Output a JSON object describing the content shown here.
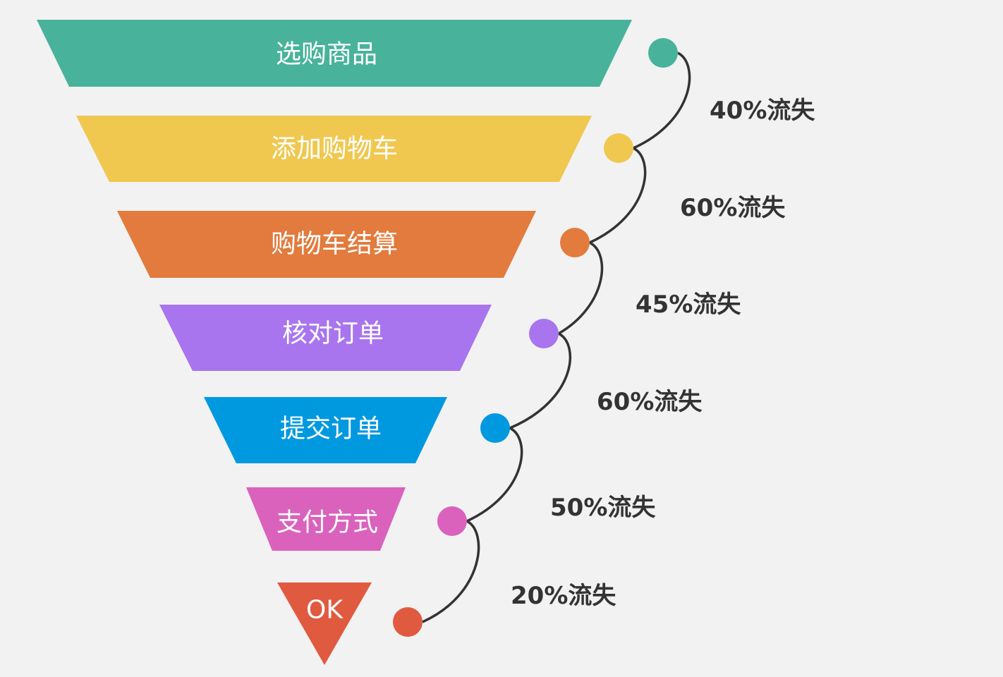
{
  "stages": [
    {
      "label": "选购商品",
      "color": "#48b39a"
    },
    {
      "label": "添加购物车",
      "color": "#f0c850"
    },
    {
      "label": "购物车结算",
      "color": "#e27b3d"
    },
    {
      "label": "核对订单",
      "color": "#a975ee"
    },
    {
      "label": "提交订单",
      "color": "#0099e0"
    },
    {
      "label": "支付方式",
      "color": "#da62bd"
    },
    {
      "label": "OK",
      "color": "#e05a40"
    }
  ],
  "losses": [
    "40%流失",
    "60%流失",
    "45%流失",
    "60%流失",
    "50%流失",
    "20%流失"
  ],
  "connector_color": "#333333"
}
